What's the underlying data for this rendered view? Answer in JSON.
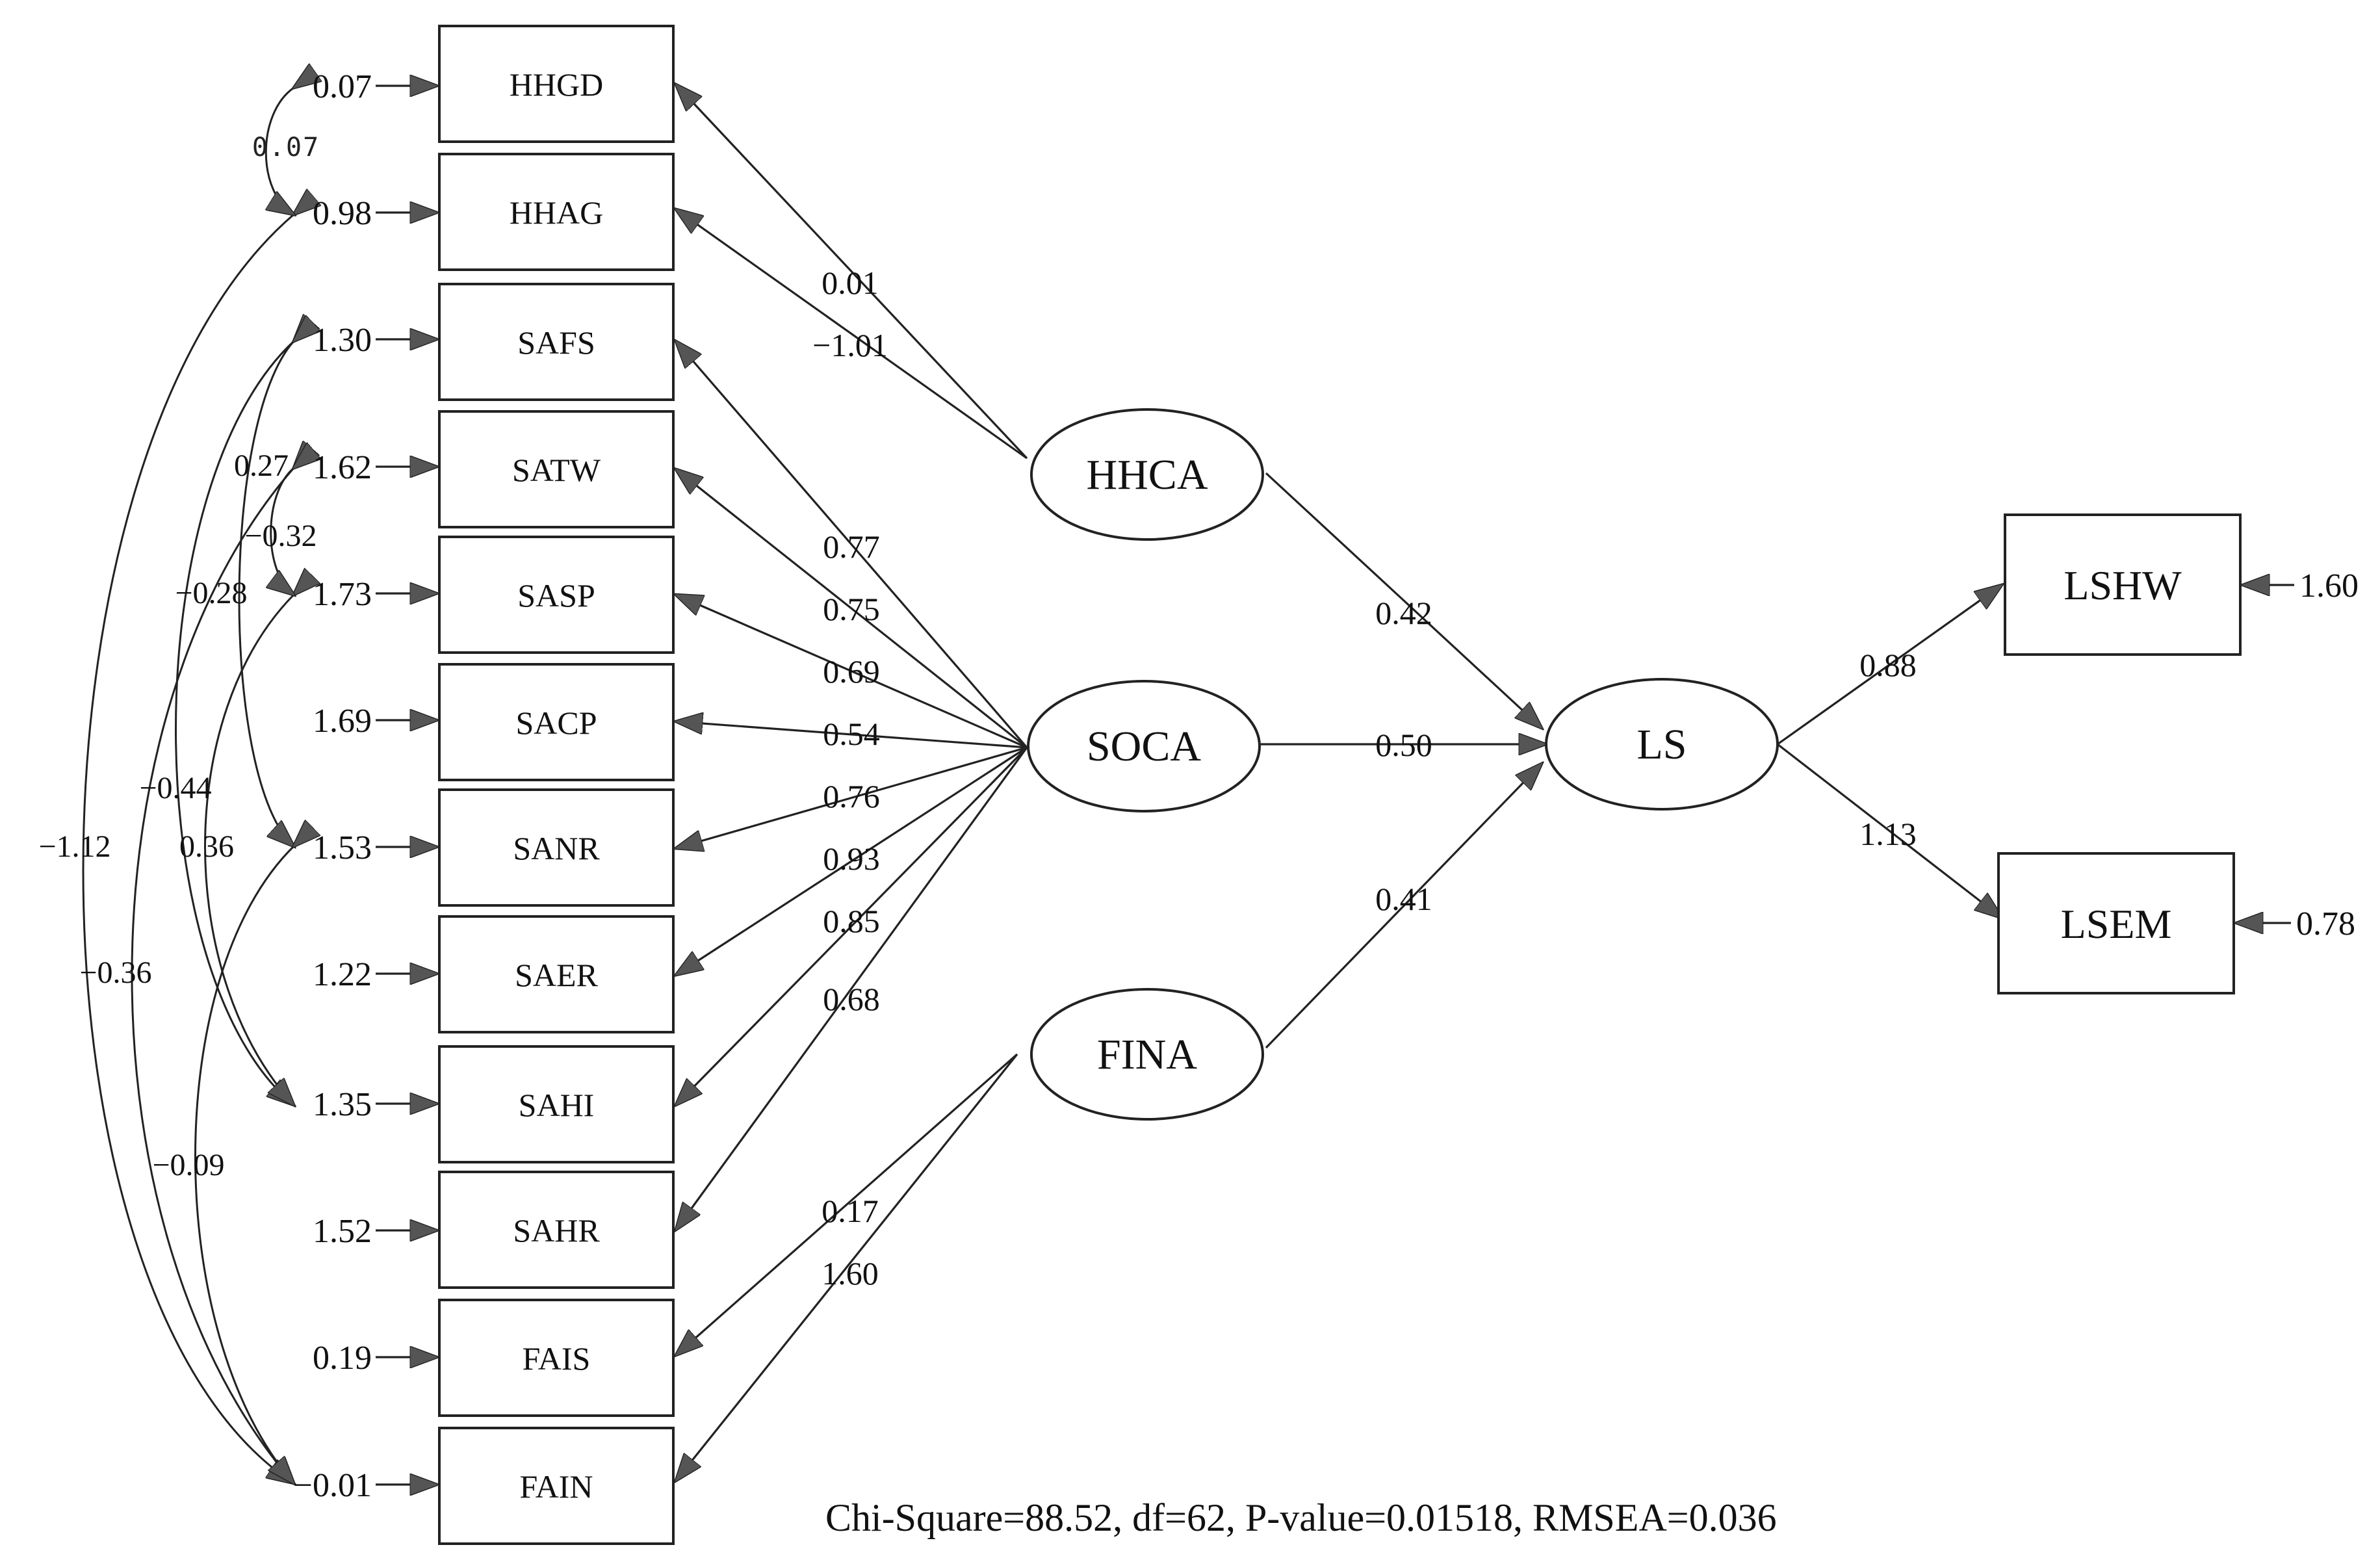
{
  "indicators": [
    {
      "name": "HHGD",
      "error": "0.07"
    },
    {
      "name": "HHAG",
      "error": "0.98"
    },
    {
      "name": "SAFS",
      "error": "1.30"
    },
    {
      "name": "SATW",
      "error": "1.62"
    },
    {
      "name": "SASP",
      "error": "1.73"
    },
    {
      "name": "SACP",
      "error": "1.69"
    },
    {
      "name": "SANR",
      "error": "1.53"
    },
    {
      "name": "SAER",
      "error": "1.22"
    },
    {
      "name": "SAHI",
      "error": "1.35"
    },
    {
      "name": "SAHR",
      "error": "1.52"
    },
    {
      "name": "FAIS",
      "error": "0.19"
    },
    {
      "name": "FAIN",
      "error": "−0.01"
    }
  ],
  "error_annotation": "0.07",
  "latents": [
    "HHCA",
    "SOCA",
    "FINA",
    "LS"
  ],
  "loadings": {
    "HHCA": [
      "0.01",
      "−1.01"
    ],
    "SOCA": [
      "0.77",
      "0.75",
      "0.69",
      "0.54",
      "0.76",
      "0.93",
      "0.85",
      "0.68"
    ],
    "FINA": [
      "0.17",
      "1.60"
    ]
  },
  "structural": {
    "HHCA_LS": "0.42",
    "SOCA_LS": "0.50",
    "FINA_LS": "0.41"
  },
  "outcomes": [
    {
      "name": "LSHW",
      "loading": "0.88",
      "error": "1.60"
    },
    {
      "name": "LSEM",
      "loading": "1.13",
      "error": "0.78"
    }
  ],
  "covariances": [
    "0.27",
    "−0.32",
    "−0.28",
    "−0.44",
    "0.36",
    "−1.12",
    "−0.36",
    "−0.09"
  ],
  "fit": "Chi-Square=88.52, df=62, P-value=0.01518, RMSEA=0.036"
}
